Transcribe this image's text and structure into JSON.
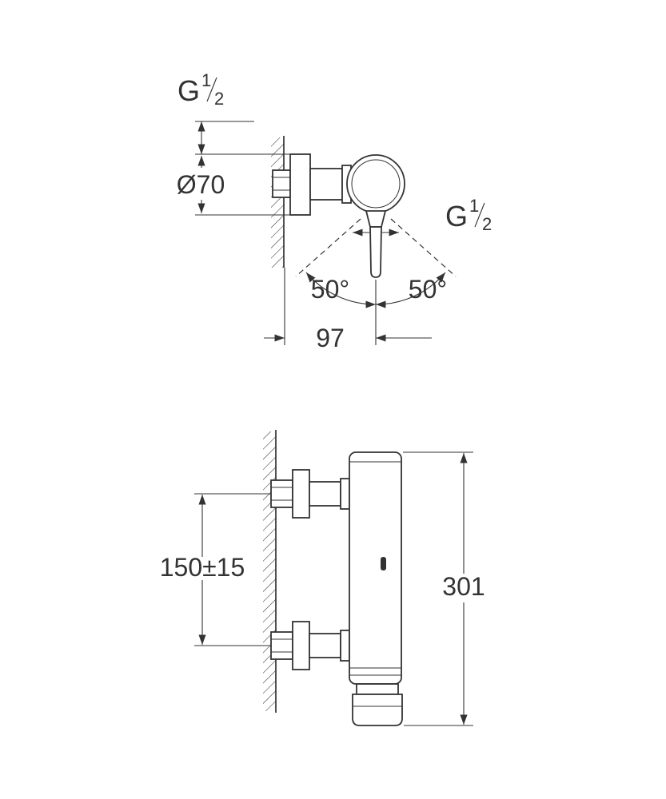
{
  "drawing": {
    "background": "#ffffff",
    "line_color": "#333333",
    "text_color": "#333333",
    "top_view": {
      "inlet_thread": {
        "base": "G",
        "numerator": "1",
        "denominator": "2"
      },
      "escutcheon_diameter": "Ø70",
      "outlet_thread": {
        "base": "G",
        "numerator": "1",
        "denominator": "2"
      },
      "swivel_angle_left": "50°",
      "swivel_angle_right": "50°",
      "wall_to_lever_distance": "97"
    },
    "side_view": {
      "inlet_spacing": "150±15",
      "overall_height": "301"
    }
  }
}
